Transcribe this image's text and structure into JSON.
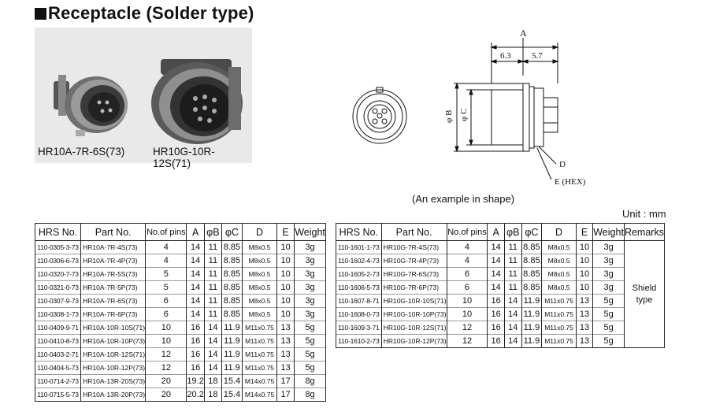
{
  "title": "Receptacle (Solder type)",
  "photo": {
    "caption_left": "HR10A-7R-6S(73)",
    "caption_right": "HR10G-10R-12S(71)"
  },
  "drawing": {
    "dim_a": "A",
    "dim_63": "6.3",
    "dim_57": "5.7",
    "dim_b": "φ B",
    "dim_c": "φ C",
    "label_d": "D",
    "label_e": "E (HEX)"
  },
  "example_note": "(An example in shape)",
  "unit_note": "Unit : mm",
  "table_left": {
    "headers": [
      "HRS No.",
      "Part No.",
      "No.of pins",
      "A",
      "φB",
      "φC",
      "D",
      "E",
      "Weight"
    ],
    "rows": [
      [
        "110-0305-3-73",
        "HR10A-7R-4S(73)",
        "4",
        "14",
        "11",
        "8.85",
        "M8x0.5",
        "10",
        "3g"
      ],
      [
        "110-0306-6-73",
        "HR10A-7R-4P(73)",
        "4",
        "14",
        "11",
        "8.85",
        "M8x0.5",
        "10",
        "3g"
      ],
      [
        "110-0320-7-73",
        "HR10A-7R-5S(73)",
        "5",
        "14",
        "11",
        "8.85",
        "M8x0.5",
        "10",
        "3g"
      ],
      [
        "110-0321-0-73",
        "HR10A-7R-5P(73)",
        "5",
        "14",
        "11",
        "8.85",
        "M8x0.5",
        "10",
        "3g"
      ],
      [
        "110-0307-9-73",
        "HR10A-7R-6S(73)",
        "6",
        "14",
        "11",
        "8.85",
        "M8x0.5",
        "10",
        "3g"
      ],
      [
        "110-0308-1-73",
        "HR10A-7R-6P(73)",
        "6",
        "14",
        "11",
        "8.85",
        "M8x0.5",
        "10",
        "3g"
      ],
      [
        "110-0409-9-71",
        "HR10A-10R-10S(71)",
        "10",
        "16",
        "14",
        "11.9",
        "M11x0.75",
        "13",
        "5g"
      ],
      [
        "110-0410-8-73",
        "HR10A-10R-10P(73)",
        "10",
        "16",
        "14",
        "11.9",
        "M11x0.75",
        "13",
        "5g"
      ],
      [
        "110-0403-2-71",
        "HR10A-10R-12S(71)",
        "12",
        "16",
        "14",
        "11.9",
        "M11x0.75",
        "13",
        "5g"
      ],
      [
        "110-0404-5-73",
        "HR10A-10R-12P(73)",
        "12",
        "16",
        "14",
        "11.9",
        "M11x0.75",
        "13",
        "5g"
      ],
      [
        "110-0714-2-73",
        "HR10A-13R-20S(73)",
        "20",
        "19.2",
        "18",
        "15.4",
        "M14x0.75",
        "17",
        "8g"
      ],
      [
        "110-0715-5-73",
        "HR10A-13R-20P(73)",
        "20",
        "20.2",
        "18",
        "15.4",
        "M14x0.75",
        "17",
        "8g"
      ]
    ]
  },
  "table_right": {
    "headers": [
      "HRS No.",
      "Part No.",
      "No.of pins",
      "A",
      "φB",
      "φC",
      "D",
      "E",
      "Weight",
      "Remarks"
    ],
    "remarks_line1": "Shield",
    "remarks_line2": "type",
    "rows": [
      [
        "110-1601-1-73",
        "HR10G-7R-4S(73)",
        "4",
        "14",
        "11",
        "8.85",
        "M8x0.5",
        "10",
        "3g"
      ],
      [
        "110-1602-4-73",
        "HR10G-7R-4P(73)",
        "4",
        "14",
        "11",
        "8.85",
        "M8x0.5",
        "10",
        "3g"
      ],
      [
        "110-1605-2-73",
        "HR10G-7R-6S(73)",
        "6",
        "14",
        "11",
        "8.85",
        "M8x0.5",
        "10",
        "3g"
      ],
      [
        "110-1606-5-73",
        "HR10G-7R-6P(73)",
        "6",
        "14",
        "11",
        "8.85",
        "M8x0.5",
        "10",
        "3g"
      ],
      [
        "110-1607-8-71",
        "HR10G-10R-10S(71)",
        "10",
        "16",
        "14",
        "11.9",
        "M11x0.75",
        "13",
        "5g"
      ],
      [
        "110-1608-0-73",
        "HR10G-10R-10P(73)",
        "10",
        "16",
        "14",
        "11.9",
        "M11x0.75",
        "13",
        "5g"
      ],
      [
        "110-1609-3-71",
        "HR10G-10R-12S(71)",
        "12",
        "16",
        "14",
        "11.9",
        "M11x0.75",
        "13",
        "5g"
      ],
      [
        "110-1610-2-73",
        "HR10G-10R-12P(73)",
        "12",
        "16",
        "14",
        "11.9",
        "M11x0.75",
        "13",
        "5g"
      ]
    ]
  }
}
